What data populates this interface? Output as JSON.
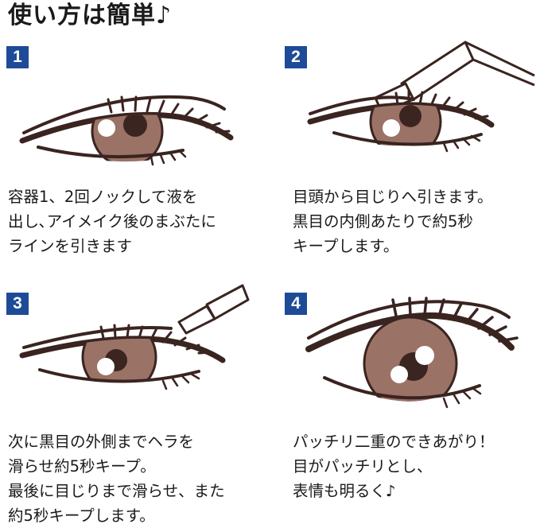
{
  "title": "使い方は簡単♪",
  "steps": [
    {
      "number": "1",
      "lines": [
        "容器1、2回ノックして液を",
        "出し､アイメイク後のまぶたに",
        "ラインを引きます"
      ]
    },
    {
      "number": "2",
      "lines": [
        "目頭から目じりへ引きます。",
        "黒目の内側あたりで約5秒",
        "キープします。"
      ]
    },
    {
      "number": "3",
      "lines": [
        "次に黒目の外側までヘラを",
        "滑らせ約5秒キープ。",
        "最後に目じりまで滑らせ、また",
        "約5秒キープします。"
      ]
    },
    {
      "number": "4",
      "lines": [
        "パッチリ二重のできあがり！",
        "目がパッチリとし、",
        "表情も明るく♪"
      ]
    }
  ],
  "colors": {
    "badge": "#1e4b97",
    "iris": "#9b7266",
    "pupil": "#3b2520",
    "line": "#3a2420"
  }
}
